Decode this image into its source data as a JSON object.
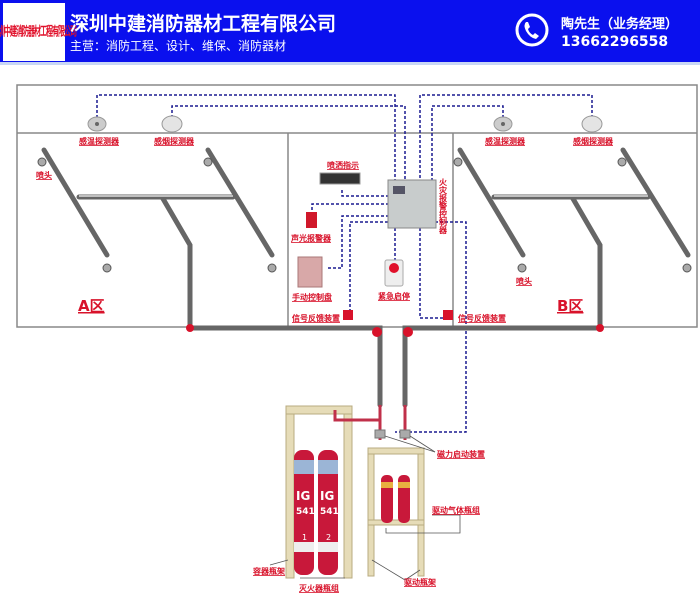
{
  "header": {
    "logo_text": "深圳中建消防器材工程有限公司",
    "company": "深圳中建消防器材工程有限公司",
    "business": "主营：消防工程、设计、维保、消防器材",
    "contact": "陶先生（业务经理）",
    "phone": "13662296558",
    "phone_icon": "phone-icon",
    "bg_color": "#0a10ee"
  },
  "diagram": {
    "temp_detector": "感温探测器",
    "smoke_detector": "感烟探测器",
    "nozzle": "喷头",
    "zone_a": "A区",
    "zone_b": "B区",
    "spray_indicator": "喷洒指示",
    "alarm": "声光报警器",
    "manual_panel": "手动控制盘",
    "signal_feedback": "信号反馈装置",
    "emergency_stop": "紧急启停",
    "fire_controller": "火灾报警控制器",
    "magnetic_starter": "磁力启动装置",
    "drive_gas_group": "驱动气体瓶组",
    "container_rack": "容器瓶架",
    "extinguisher_group": "灭火器瓶组",
    "drive_rack": "驱动瓶架",
    "cylinder_agent": "IG",
    "cylinder_model": "541",
    "cylinder_1": "1",
    "cylinder_2": "2",
    "label_color": "#d8122a",
    "wire_color": "#1a1a90"
  }
}
